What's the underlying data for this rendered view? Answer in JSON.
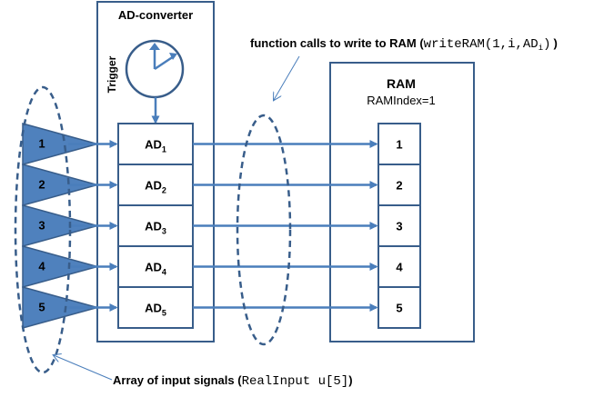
{
  "adc": {
    "title": "AD-converter",
    "trigger_label": "Trigger",
    "channels": [
      {
        "base": "AD",
        "sub": "1"
      },
      {
        "base": "AD",
        "sub": "2"
      },
      {
        "base": "AD",
        "sub": "3"
      },
      {
        "base": "AD",
        "sub": "4"
      },
      {
        "base": "AD",
        "sub": "5"
      }
    ]
  },
  "inputs": [
    "1",
    "2",
    "3",
    "4",
    "5"
  ],
  "ram": {
    "title": "RAM",
    "index_label": "RAMIndex=1",
    "cells": [
      "1",
      "2",
      "3",
      "4",
      "5"
    ]
  },
  "annotations": {
    "function_calls": {
      "prefix": "function calls to write to RAM (",
      "code": "writeRAM(1,i,AD",
      "code_sub": "i",
      "suffix": ")"
    },
    "input_array": {
      "prefix": "Array of input signals (",
      "code": "RealInput u[5]",
      "suffix": ")"
    }
  },
  "colors": {
    "box_stroke": "#385D8A",
    "fill_blue": "#4F81BD",
    "arrow": "#4A7EBB",
    "text": "#000000",
    "annotation_line": "#4A7EBB"
  },
  "icons": [
    "clock-icon",
    "triangle-signal-icon"
  ]
}
